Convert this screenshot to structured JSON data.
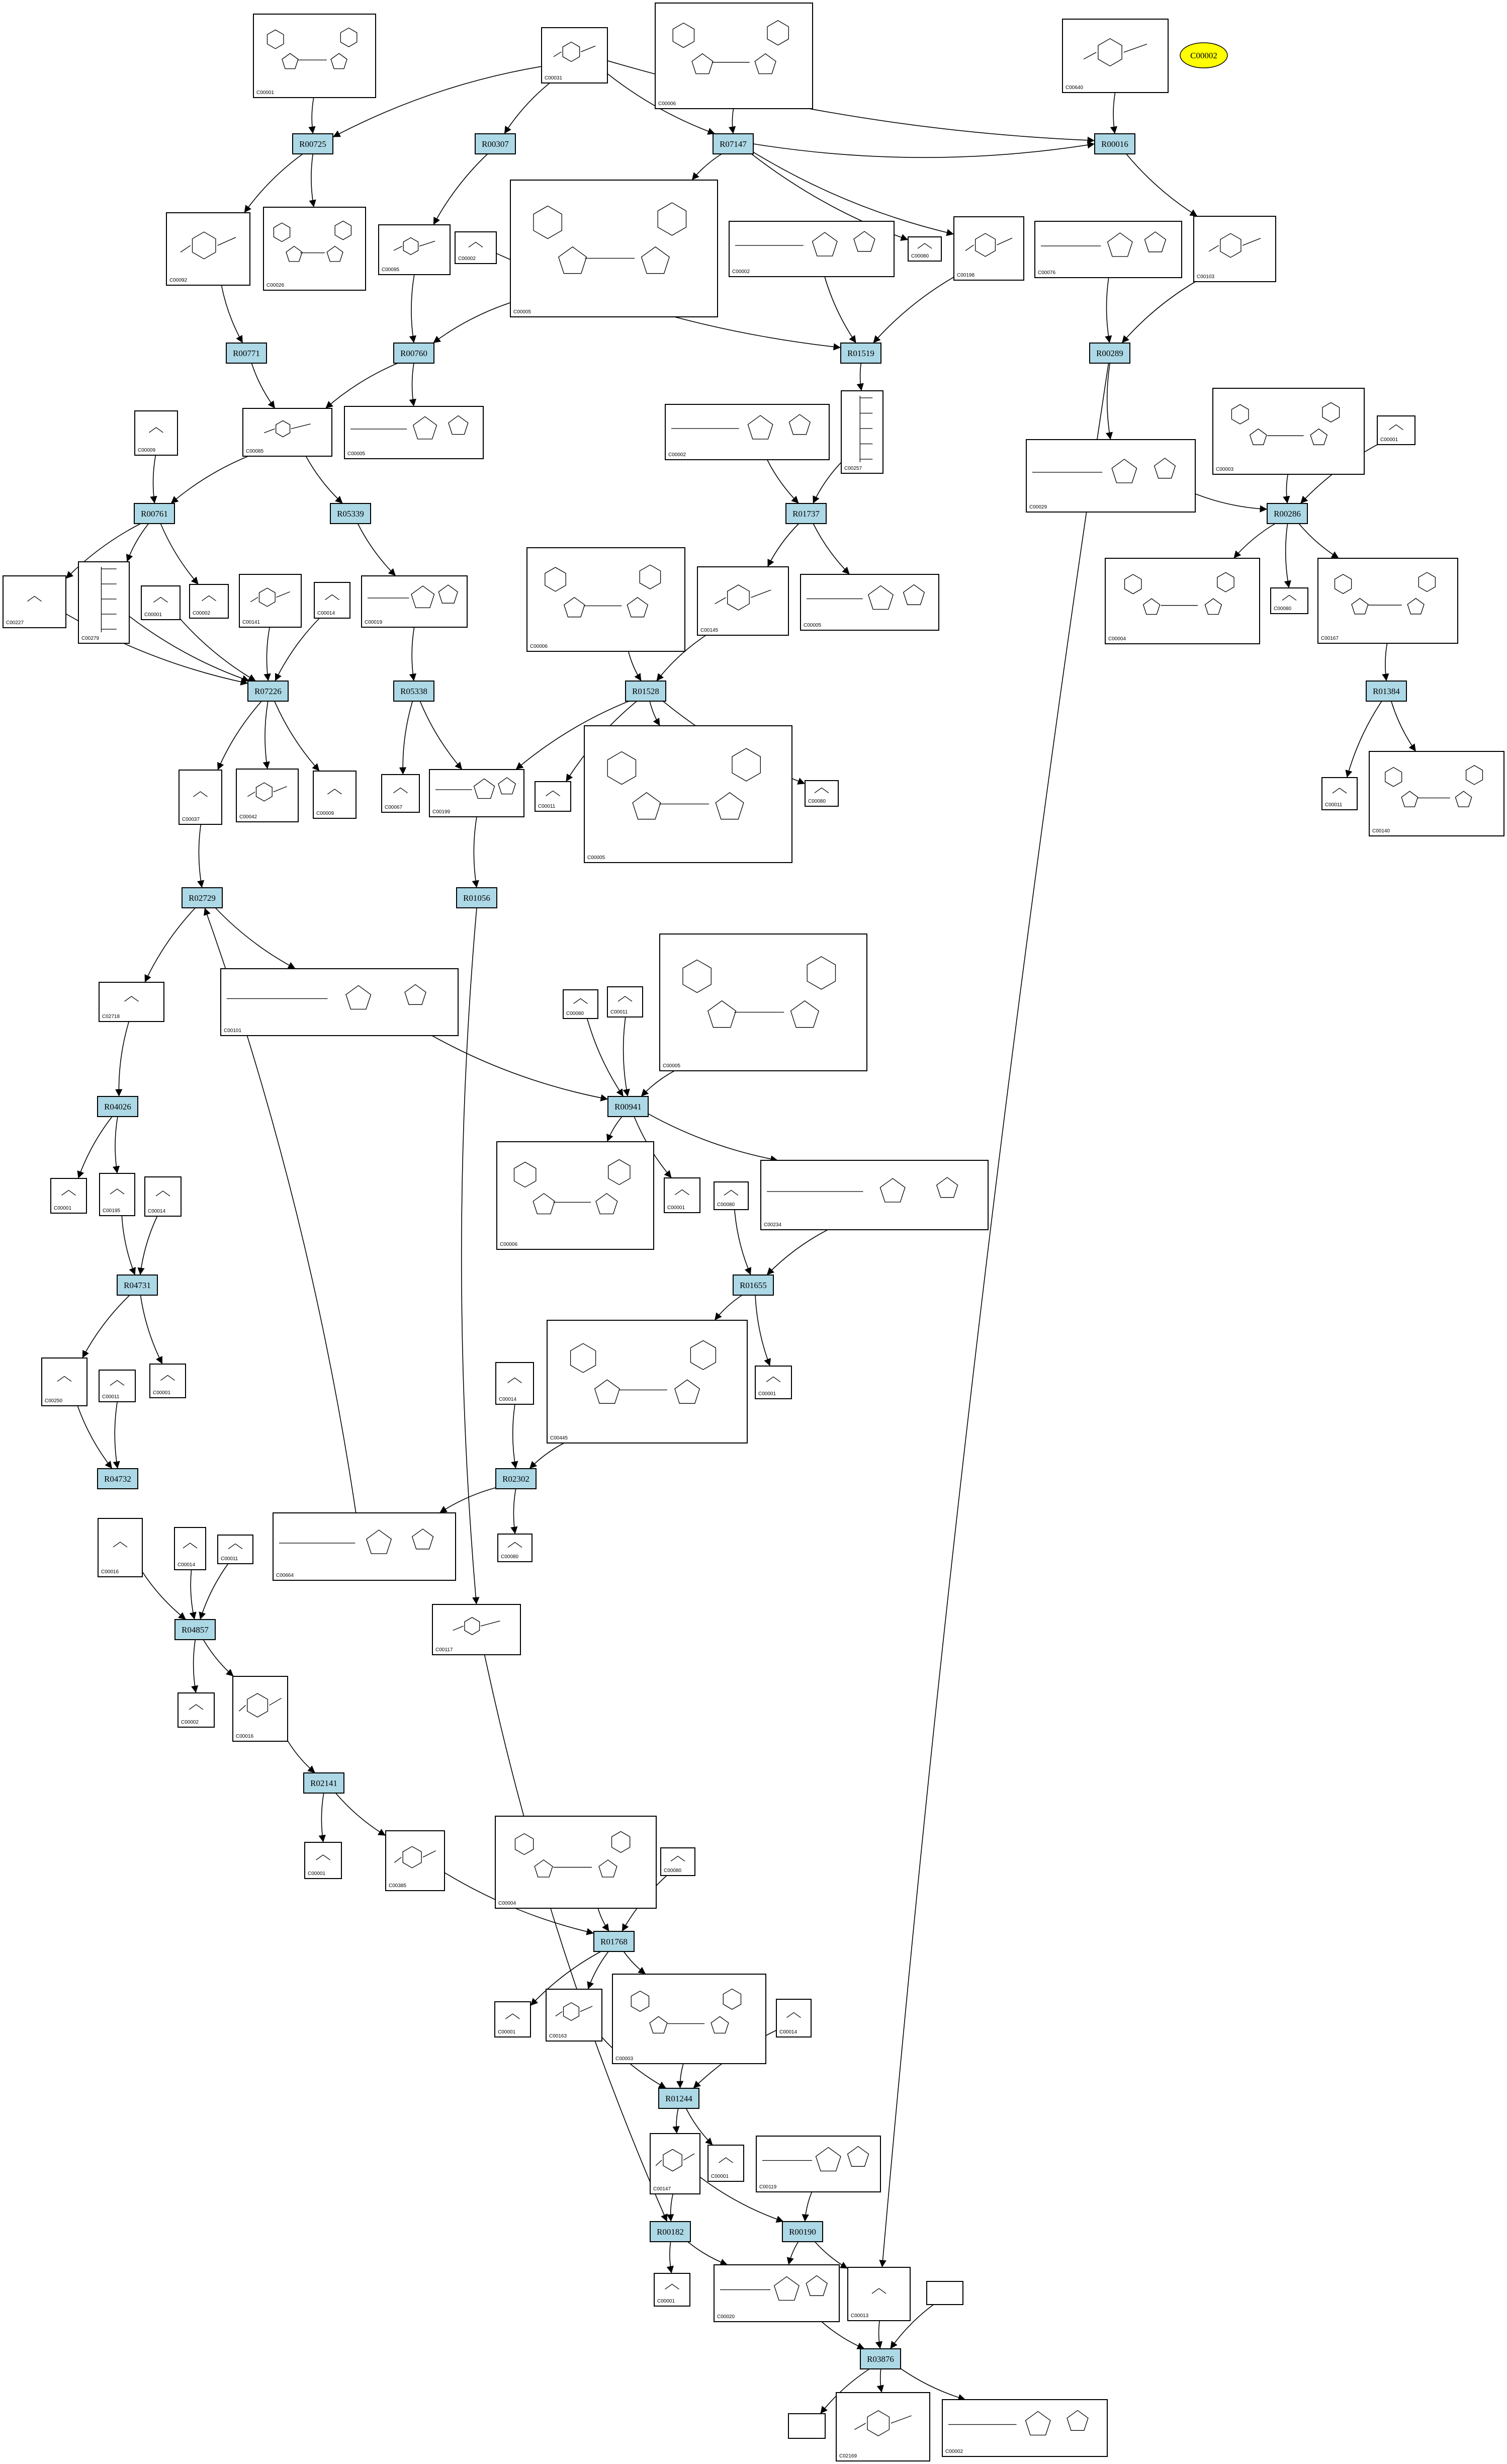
{
  "reactions": [
    {
      "id": "R00725",
      "label": "R00725"
    },
    {
      "id": "R00307",
      "label": "R00307"
    },
    {
      "id": "R07147",
      "label": "R07147"
    },
    {
      "id": "R00016",
      "label": "R00016"
    },
    {
      "id": "R00771",
      "label": "R00771"
    },
    {
      "id": "R00760",
      "label": "R00760"
    },
    {
      "id": "R01519",
      "label": "R01519"
    },
    {
      "id": "R00289",
      "label": "R00289"
    },
    {
      "id": "R00761",
      "label": "R00761"
    },
    {
      "id": "R05339",
      "label": "R05339"
    },
    {
      "id": "R01737",
      "label": "R01737"
    },
    {
      "id": "R00286",
      "label": "R00286"
    },
    {
      "id": "R07226",
      "label": "R07226"
    },
    {
      "id": "R05338",
      "label": "R05338"
    },
    {
      "id": "R01528",
      "label": "R01528"
    },
    {
      "id": "R01384",
      "label": "R01384"
    },
    {
      "id": "R02729",
      "label": "R02729"
    },
    {
      "id": "R01056",
      "label": "R01056"
    },
    {
      "id": "R04026",
      "label": "R04026"
    },
    {
      "id": "R00941",
      "label": "R00941"
    },
    {
      "id": "R04731",
      "label": "R04731"
    },
    {
      "id": "R01655",
      "label": "R01655"
    },
    {
      "id": "R04732",
      "label": "R04732"
    },
    {
      "id": "R02302",
      "label": "R02302"
    },
    {
      "id": "R04857",
      "label": "R04857"
    },
    {
      "id": "R02141",
      "label": "R02141"
    },
    {
      "id": "R01768",
      "label": "R01768"
    },
    {
      "id": "R01244",
      "label": "R01244"
    },
    {
      "id": "R00182",
      "label": "R00182"
    },
    {
      "id": "R00190",
      "label": "R00190"
    },
    {
      "id": "R03876",
      "label": "R03876"
    }
  ],
  "compounds": [
    {
      "id": "c01",
      "label": "C00001"
    },
    {
      "id": "c02",
      "label": "C00031"
    },
    {
      "id": "c03",
      "label": "C00006"
    },
    {
      "id": "c04",
      "label": "C00640"
    },
    {
      "id": "c05",
      "label": "C00092"
    },
    {
      "id": "c06",
      "label": "C00026"
    },
    {
      "id": "c07",
      "label": "C00095"
    },
    {
      "id": "c08",
      "label": "C00002"
    },
    {
      "id": "c09",
      "label": "C00005"
    },
    {
      "id": "c10",
      "label": "C00002"
    },
    {
      "id": "c11",
      "label": "C00080"
    },
    {
      "id": "c12",
      "label": "C00198"
    },
    {
      "id": "c13",
      "label": "C00076"
    },
    {
      "id": "c14",
      "label": "C00103"
    },
    {
      "id": "c15",
      "label": "C00009"
    },
    {
      "id": "c16",
      "label": "C00085"
    },
    {
      "id": "c17",
      "label": "C00005"
    },
    {
      "id": "c18",
      "label": "C00002"
    },
    {
      "id": "c19",
      "label": "C00257"
    },
    {
      "id": "c20",
      "label": "C00029"
    },
    {
      "id": "c21",
      "label": "C00003"
    },
    {
      "id": "c22",
      "label": "C00001"
    },
    {
      "id": "c23",
      "label": "C00227"
    },
    {
      "id": "c24",
      "label": "C00279"
    },
    {
      "id": "c25",
      "label": "C00001"
    },
    {
      "id": "c26",
      "label": "C00002"
    },
    {
      "id": "c27",
      "label": "C00141"
    },
    {
      "id": "c28",
      "label": "C00014"
    },
    {
      "id": "c29",
      "label": "C00019"
    },
    {
      "id": "c30",
      "label": "C00006"
    },
    {
      "id": "c31",
      "label": "C00145"
    },
    {
      "id": "c32",
      "label": "C00005"
    },
    {
      "id": "c33",
      "label": "C00004"
    },
    {
      "id": "c34",
      "label": "C00080"
    },
    {
      "id": "c35",
      "label": "C00167"
    },
    {
      "id": "c36",
      "label": "C00037"
    },
    {
      "id": "c37",
      "label": "C00042"
    },
    {
      "id": "c38",
      "label": "C00009"
    },
    {
      "id": "c39",
      "label": "C00067"
    },
    {
      "id": "c40",
      "label": "C00199"
    },
    {
      "id": "c41",
      "label": "C00011"
    },
    {
      "id": "c42",
      "label": "C00005"
    },
    {
      "id": "c43",
      "label": "C00080"
    },
    {
      "id": "c44",
      "label": "C00011"
    },
    {
      "id": "c45",
      "label": "C00140"
    },
    {
      "id": "c46",
      "label": "C02718"
    },
    {
      "id": "c47",
      "label": "C00101"
    },
    {
      "id": "c48",
      "label": "C00080"
    },
    {
      "id": "c49",
      "label": "C00011"
    },
    {
      "id": "c50",
      "label": "C00005"
    },
    {
      "id": "c51",
      "label": "C00001"
    },
    {
      "id": "c52",
      "label": "C00195"
    },
    {
      "id": "c53",
      "label": "C00014"
    },
    {
      "id": "c54",
      "label": "C00006"
    },
    {
      "id": "c55",
      "label": "C00001"
    },
    {
      "id": "c56",
      "label": "C00080"
    },
    {
      "id": "c57",
      "label": "C00234"
    },
    {
      "id": "c58",
      "label": "C00250"
    },
    {
      "id": "c59",
      "label": "C00011"
    },
    {
      "id": "c60",
      "label": "C00001"
    },
    {
      "id": "c61",
      "label": "C00445"
    },
    {
      "id": "c62",
      "label": "C00001"
    },
    {
      "id": "c63",
      "label": "C00014"
    },
    {
      "id": "c64",
      "label": "C00080"
    },
    {
      "id": "c65",
      "label": "C00016"
    },
    {
      "id": "c66",
      "label": "C00014"
    },
    {
      "id": "c67",
      "label": "C00011"
    },
    {
      "id": "c68",
      "label": "C00664"
    },
    {
      "id": "c69",
      "label": "C00117"
    },
    {
      "id": "c70",
      "label": "C00002"
    },
    {
      "id": "c71",
      "label": "C00016"
    },
    {
      "id": "c72",
      "label": "C00001"
    },
    {
      "id": "c73",
      "label": "C00385"
    },
    {
      "id": "c74",
      "label": "C00004"
    },
    {
      "id": "c75",
      "label": "C00080"
    },
    {
      "id": "c76",
      "label": "C00001"
    },
    {
      "id": "c77",
      "label": "C00163"
    },
    {
      "id": "c78",
      "label": "C00003"
    },
    {
      "id": "c79",
      "label": "C00014"
    },
    {
      "id": "c80",
      "label": "C00147"
    },
    {
      "id": "c81",
      "label": "C00001"
    },
    {
      "id": "c82",
      "label": "C00119"
    },
    {
      "id": "c83",
      "label": "C00001"
    },
    {
      "id": "c84",
      "label": "C00020"
    },
    {
      "id": "c85",
      "label": "C00013"
    },
    {
      "id": "c86",
      "label": ""
    },
    {
      "id": "c87",
      "label": ""
    },
    {
      "id": "c88",
      "label": "C02169"
    },
    {
      "id": "c89",
      "label": "C00002"
    }
  ],
  "highlight": {
    "id": "hl",
    "label": "C00002",
    "color": "#ffff00"
  },
  "colors": {
    "reaction_fill": "#add8e6",
    "edge": "#000000",
    "highlight": "#ffff00"
  }
}
